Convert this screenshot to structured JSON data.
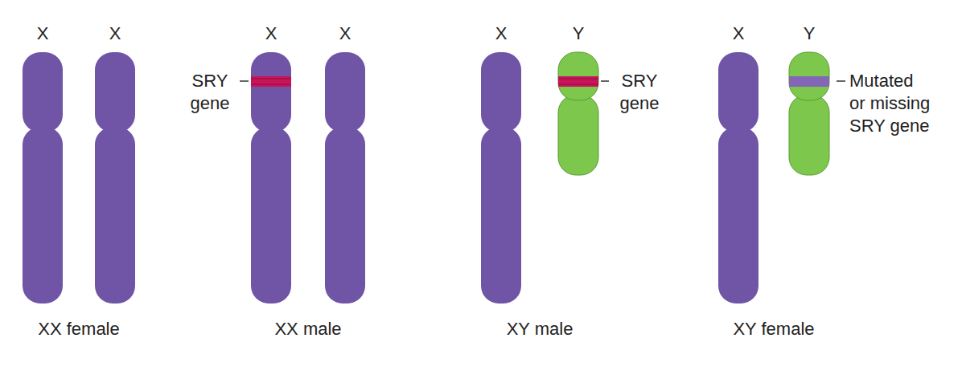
{
  "diagram": {
    "labels": [
      "X",
      "X",
      "X",
      "X",
      "SRY gene",
      "X",
      "Y",
      "SRY gene",
      "X",
      "Y",
      "Mutated or missing SRY gene",
      "XX female",
      "XX male",
      "XY male",
      "XY female"
    ]
  }
}
